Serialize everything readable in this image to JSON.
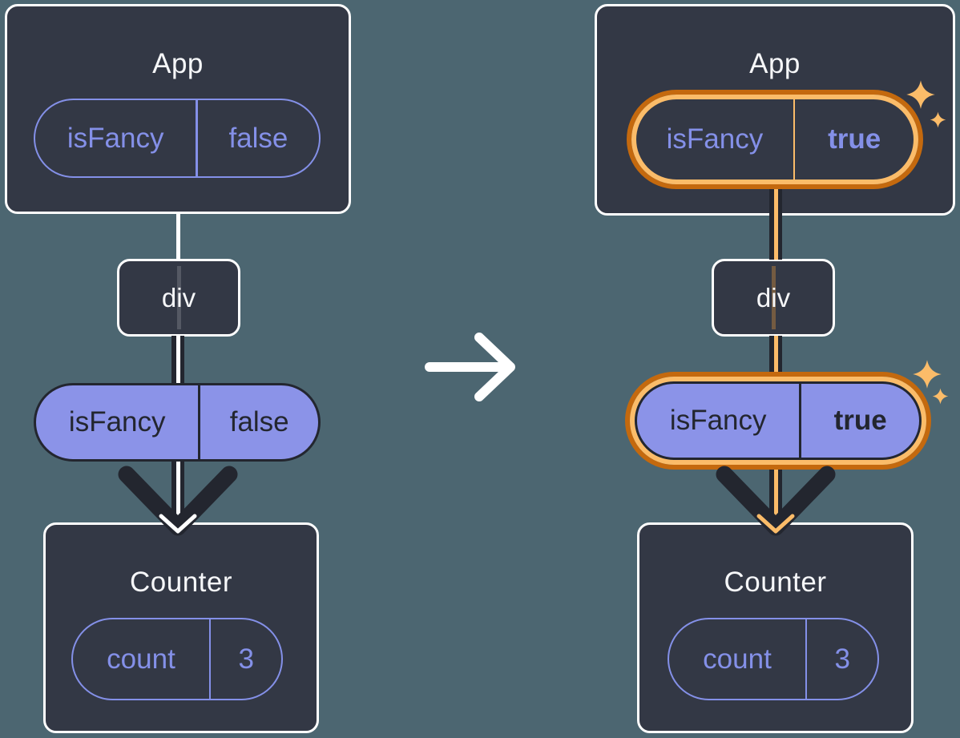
{
  "colors": {
    "bg": "#4C6671",
    "card": "#333845",
    "card_border": "#FFFFFF",
    "heading": "#F6F7F9",
    "purple": "#8490E8",
    "purple_fill": "#8B93E8",
    "dark": "#23262F",
    "orange_dark": "#C4690E",
    "orange_light": "#FBBC69"
  },
  "panels": {
    "before": {
      "app_title": "App",
      "app_prop_name": "isFancy",
      "app_prop_value": "false",
      "div_label": "div",
      "passed_prop_name": "isFancy",
      "passed_prop_value": "false",
      "counter_title": "Counter",
      "state_name": "count",
      "state_value": "3"
    },
    "after": {
      "app_title": "App",
      "app_prop_name": "isFancy",
      "app_prop_value": "true",
      "div_label": "div",
      "passed_prop_name": "isFancy",
      "passed_prop_value": "true",
      "counter_title": "Counter",
      "state_name": "count",
      "state_value": "3"
    }
  },
  "icons": {
    "transition_arrow": "→",
    "sparkle": "✦"
  }
}
